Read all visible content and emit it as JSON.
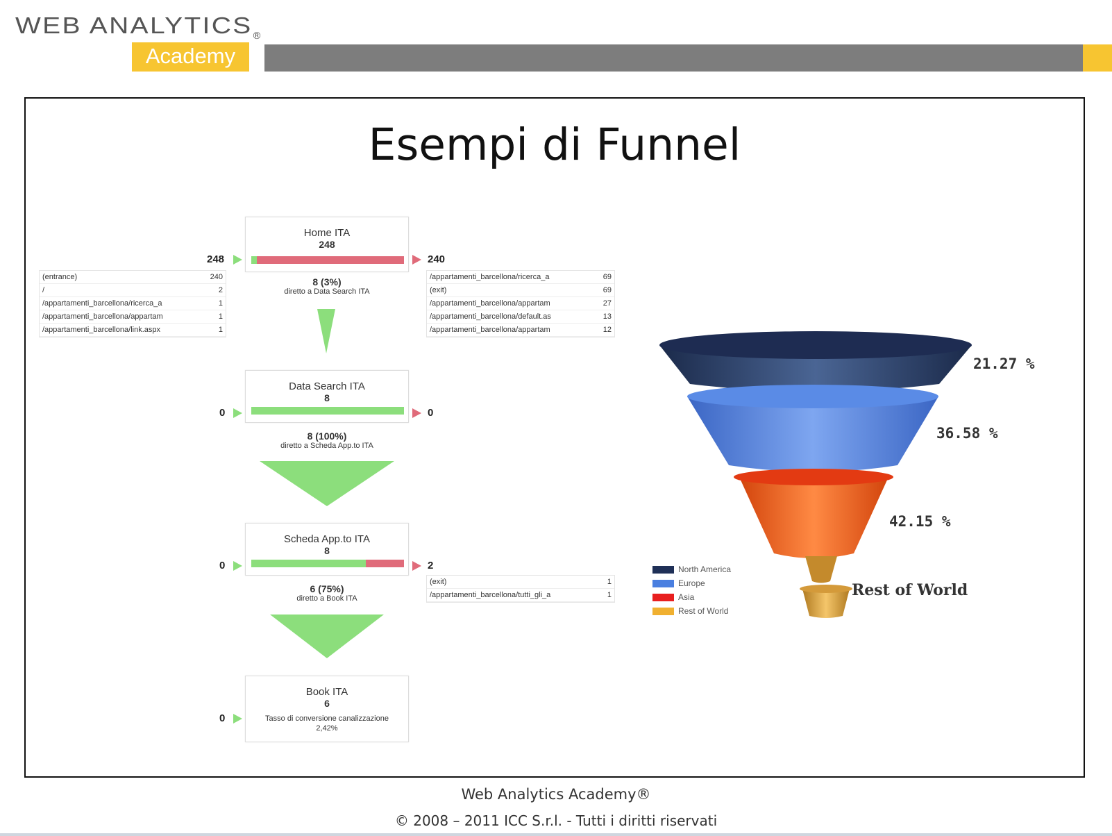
{
  "header": {
    "logo_top": "WEB ANALYTICS",
    "logo_reg": "®",
    "logo_academy": "Academy"
  },
  "slide": {
    "title": "Esempi di Funnel"
  },
  "funnel_steps": [
    {
      "name": "Home ITA",
      "value": "248",
      "in_count": "248",
      "out_count": "240",
      "conv_count": "8 (3%)",
      "conv_label": "diretto a Data Search  ITA",
      "progress_fraction": 0.03
    },
    {
      "name": "Data Search  ITA",
      "value": "8",
      "in_count": "0",
      "out_count": "0",
      "conv_count": "8 (100%)",
      "conv_label": "diretto a Scheda App.to ITA",
      "progress_fraction": 1.0
    },
    {
      "name": "Scheda App.to ITA",
      "value": "8",
      "in_count": "0",
      "out_count": "2",
      "conv_count": "6 (75%)",
      "conv_label": "diretto a Book ITA",
      "progress_fraction": 0.75
    },
    {
      "name": "Book ITA",
      "value": "6",
      "in_count": "0",
      "conv_rate_label": "Tasso di conversione canalizzazione",
      "conv_rate_value": "2,42%"
    }
  ],
  "entrances": [
    {
      "path": "(entrance)",
      "count": "240"
    },
    {
      "path": "/",
      "count": "2"
    },
    {
      "path": "/appartamenti_barcellona/ricerca_a",
      "count": "1"
    },
    {
      "path": "/appartamenti_barcellona/appartam",
      "count": "1"
    },
    {
      "path": "/appartamenti_barcellona/link.aspx",
      "count": "1"
    }
  ],
  "exits_home": [
    {
      "path": "/appartamenti_barcellona/ricerca_a",
      "count": "69"
    },
    {
      "path": "(exit)",
      "count": "69"
    },
    {
      "path": "/appartamenti_barcellona/appartam",
      "count": "27"
    },
    {
      "path": "/appartamenti_barcellona/default.as",
      "count": "13"
    },
    {
      "path": "/appartamenti_barcellona/appartam",
      "count": "12"
    }
  ],
  "exits_scheda": [
    {
      "path": "(exit)",
      "count": "1"
    },
    {
      "path": "/appartamenti_barcellona/tutti_gli_a",
      "count": "1"
    }
  ],
  "funnel3d": {
    "layers": [
      {
        "label": "21.27 %",
        "color": "#2b3f6b"
      },
      {
        "label": "36.58 %",
        "color": "#4b7fe0"
      },
      {
        "label": "42.15 %",
        "color": "#f05a1e"
      },
      {
        "label": "Rest of World",
        "color": "#e0a83a"
      }
    ],
    "legend": [
      {
        "label": "North America",
        "color": "#1f3057"
      },
      {
        "label": "Europe",
        "color": "#4a7fe0"
      },
      {
        "label": "Asia",
        "color": "#e81f1f"
      },
      {
        "label": "Rest of World",
        "color": "#f0b030"
      }
    ]
  },
  "footer": {
    "line1": "Web Analytics Academy®",
    "line2": "© 2008 – 2011 ICC S.r.l. - Tutti i diritti riservati"
  }
}
